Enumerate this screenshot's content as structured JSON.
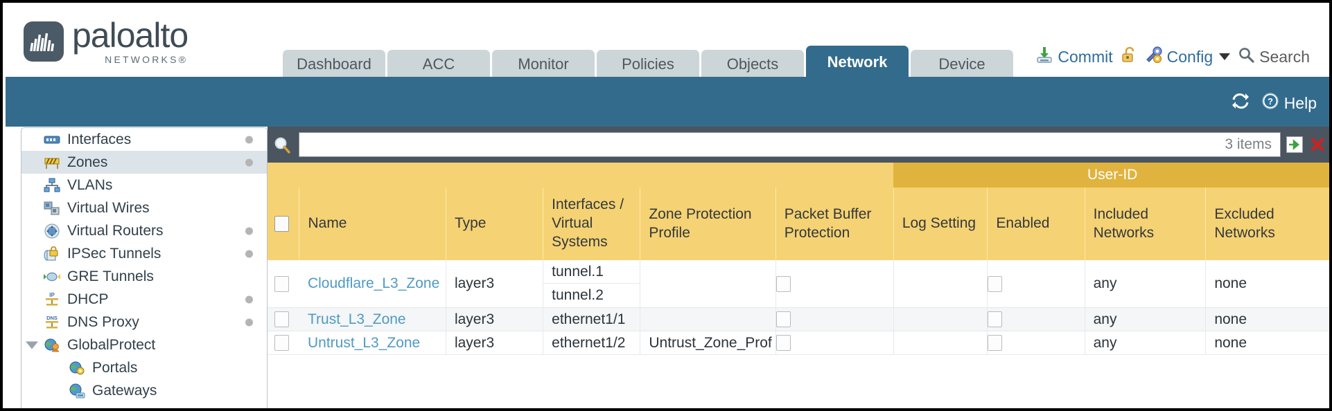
{
  "brand": {
    "name": "paloalto",
    "tagline": "NETWORKS",
    "registered": "®"
  },
  "tabs": [
    {
      "label": "Dashboard",
      "active": false
    },
    {
      "label": "ACC",
      "active": false
    },
    {
      "label": "Monitor",
      "active": false
    },
    {
      "label": "Policies",
      "active": false
    },
    {
      "label": "Objects",
      "active": false
    },
    {
      "label": "Network",
      "active": true
    },
    {
      "label": "Device",
      "active": false
    }
  ],
  "toolbar": {
    "commit_label": "Commit",
    "config_label": "Config",
    "search_label": "Search",
    "lock_icon": "unlocked-padlock-icon",
    "commit_icon": "commit-download-icon",
    "config_icon": "config-wrench-key-icon",
    "search_icon": "magnifier-icon"
  },
  "bluebar": {
    "refresh_icon": "refresh-icon",
    "help_label": "Help",
    "help_icon": "help-question-icon"
  },
  "sidebar": {
    "items": [
      {
        "label": "Interfaces",
        "icon": "interfaces-icon",
        "dot": true,
        "selected": false,
        "child": false,
        "expander": false
      },
      {
        "label": "Zones",
        "icon": "zones-icon",
        "dot": true,
        "selected": true,
        "child": false,
        "expander": false
      },
      {
        "label": "VLANs",
        "icon": "vlans-icon",
        "dot": false,
        "selected": false,
        "child": false,
        "expander": false
      },
      {
        "label": "Virtual Wires",
        "icon": "virtual-wires-icon",
        "dot": false,
        "selected": false,
        "child": false,
        "expander": false
      },
      {
        "label": "Virtual Routers",
        "icon": "virtual-routers-icon",
        "dot": true,
        "selected": false,
        "child": false,
        "expander": false
      },
      {
        "label": "IPSec Tunnels",
        "icon": "ipsec-tunnels-icon",
        "dot": true,
        "selected": false,
        "child": false,
        "expander": false
      },
      {
        "label": "GRE Tunnels",
        "icon": "gre-tunnels-icon",
        "dot": false,
        "selected": false,
        "child": false,
        "expander": false
      },
      {
        "label": "DHCP",
        "icon": "dhcp-icon",
        "dot": true,
        "selected": false,
        "child": false,
        "expander": false
      },
      {
        "label": "DNS Proxy",
        "icon": "dns-proxy-icon",
        "dot": true,
        "selected": false,
        "child": false,
        "expander": false
      },
      {
        "label": "GlobalProtect",
        "icon": "globalprotect-icon",
        "dot": false,
        "selected": false,
        "child": false,
        "expander": true
      },
      {
        "label": "Portals",
        "icon": "portals-icon",
        "dot": false,
        "selected": false,
        "child": true,
        "expander": false
      },
      {
        "label": "Gateways",
        "icon": "gateways-icon",
        "dot": false,
        "selected": false,
        "child": true,
        "expander": false
      }
    ]
  },
  "search": {
    "value": "",
    "placeholder": "",
    "item_count": "3 items",
    "apply_icon": "green-arrow-icon",
    "clear_icon": "red-x-icon"
  },
  "table": {
    "group_header": "User-ID",
    "columns": [
      "Name",
      "Type",
      "Interfaces / Virtual Systems",
      "Zone Protection Profile",
      "Packet Buffer Protection",
      "Log Setting",
      "Enabled",
      "Included Networks",
      "Excluded Networks"
    ],
    "rows": [
      {
        "name": "Cloudflare_L3_Zone",
        "type": "layer3",
        "interfaces": [
          "tunnel.1",
          "tunnel.2"
        ],
        "zone_protection_profile": "",
        "packet_buffer_protection": false,
        "log_setting": "",
        "userid_enabled": false,
        "included_networks": "any",
        "excluded_networks": "none"
      },
      {
        "name": "Trust_L3_Zone",
        "type": "layer3",
        "interfaces": [
          "ethernet1/1"
        ],
        "zone_protection_profile": "",
        "packet_buffer_protection": false,
        "log_setting": "",
        "userid_enabled": false,
        "included_networks": "any",
        "excluded_networks": "none"
      },
      {
        "name": "Untrust_L3_Zone",
        "type": "layer3",
        "interfaces": [
          "ethernet1/2"
        ],
        "zone_protection_profile": "Untrust_Zone_Prof",
        "packet_buffer_protection": false,
        "log_setting": "",
        "userid_enabled": false,
        "included_networks": "any",
        "excluded_networks": "none"
      }
    ]
  },
  "colors": {
    "brand_blue": "#336b8c",
    "header_gold": "#f5d273",
    "group_gold": "#e0b33f",
    "panel_dark": "#4a5560",
    "link_blue": "#4e9ac4",
    "selected_row": "#dde4e9"
  }
}
